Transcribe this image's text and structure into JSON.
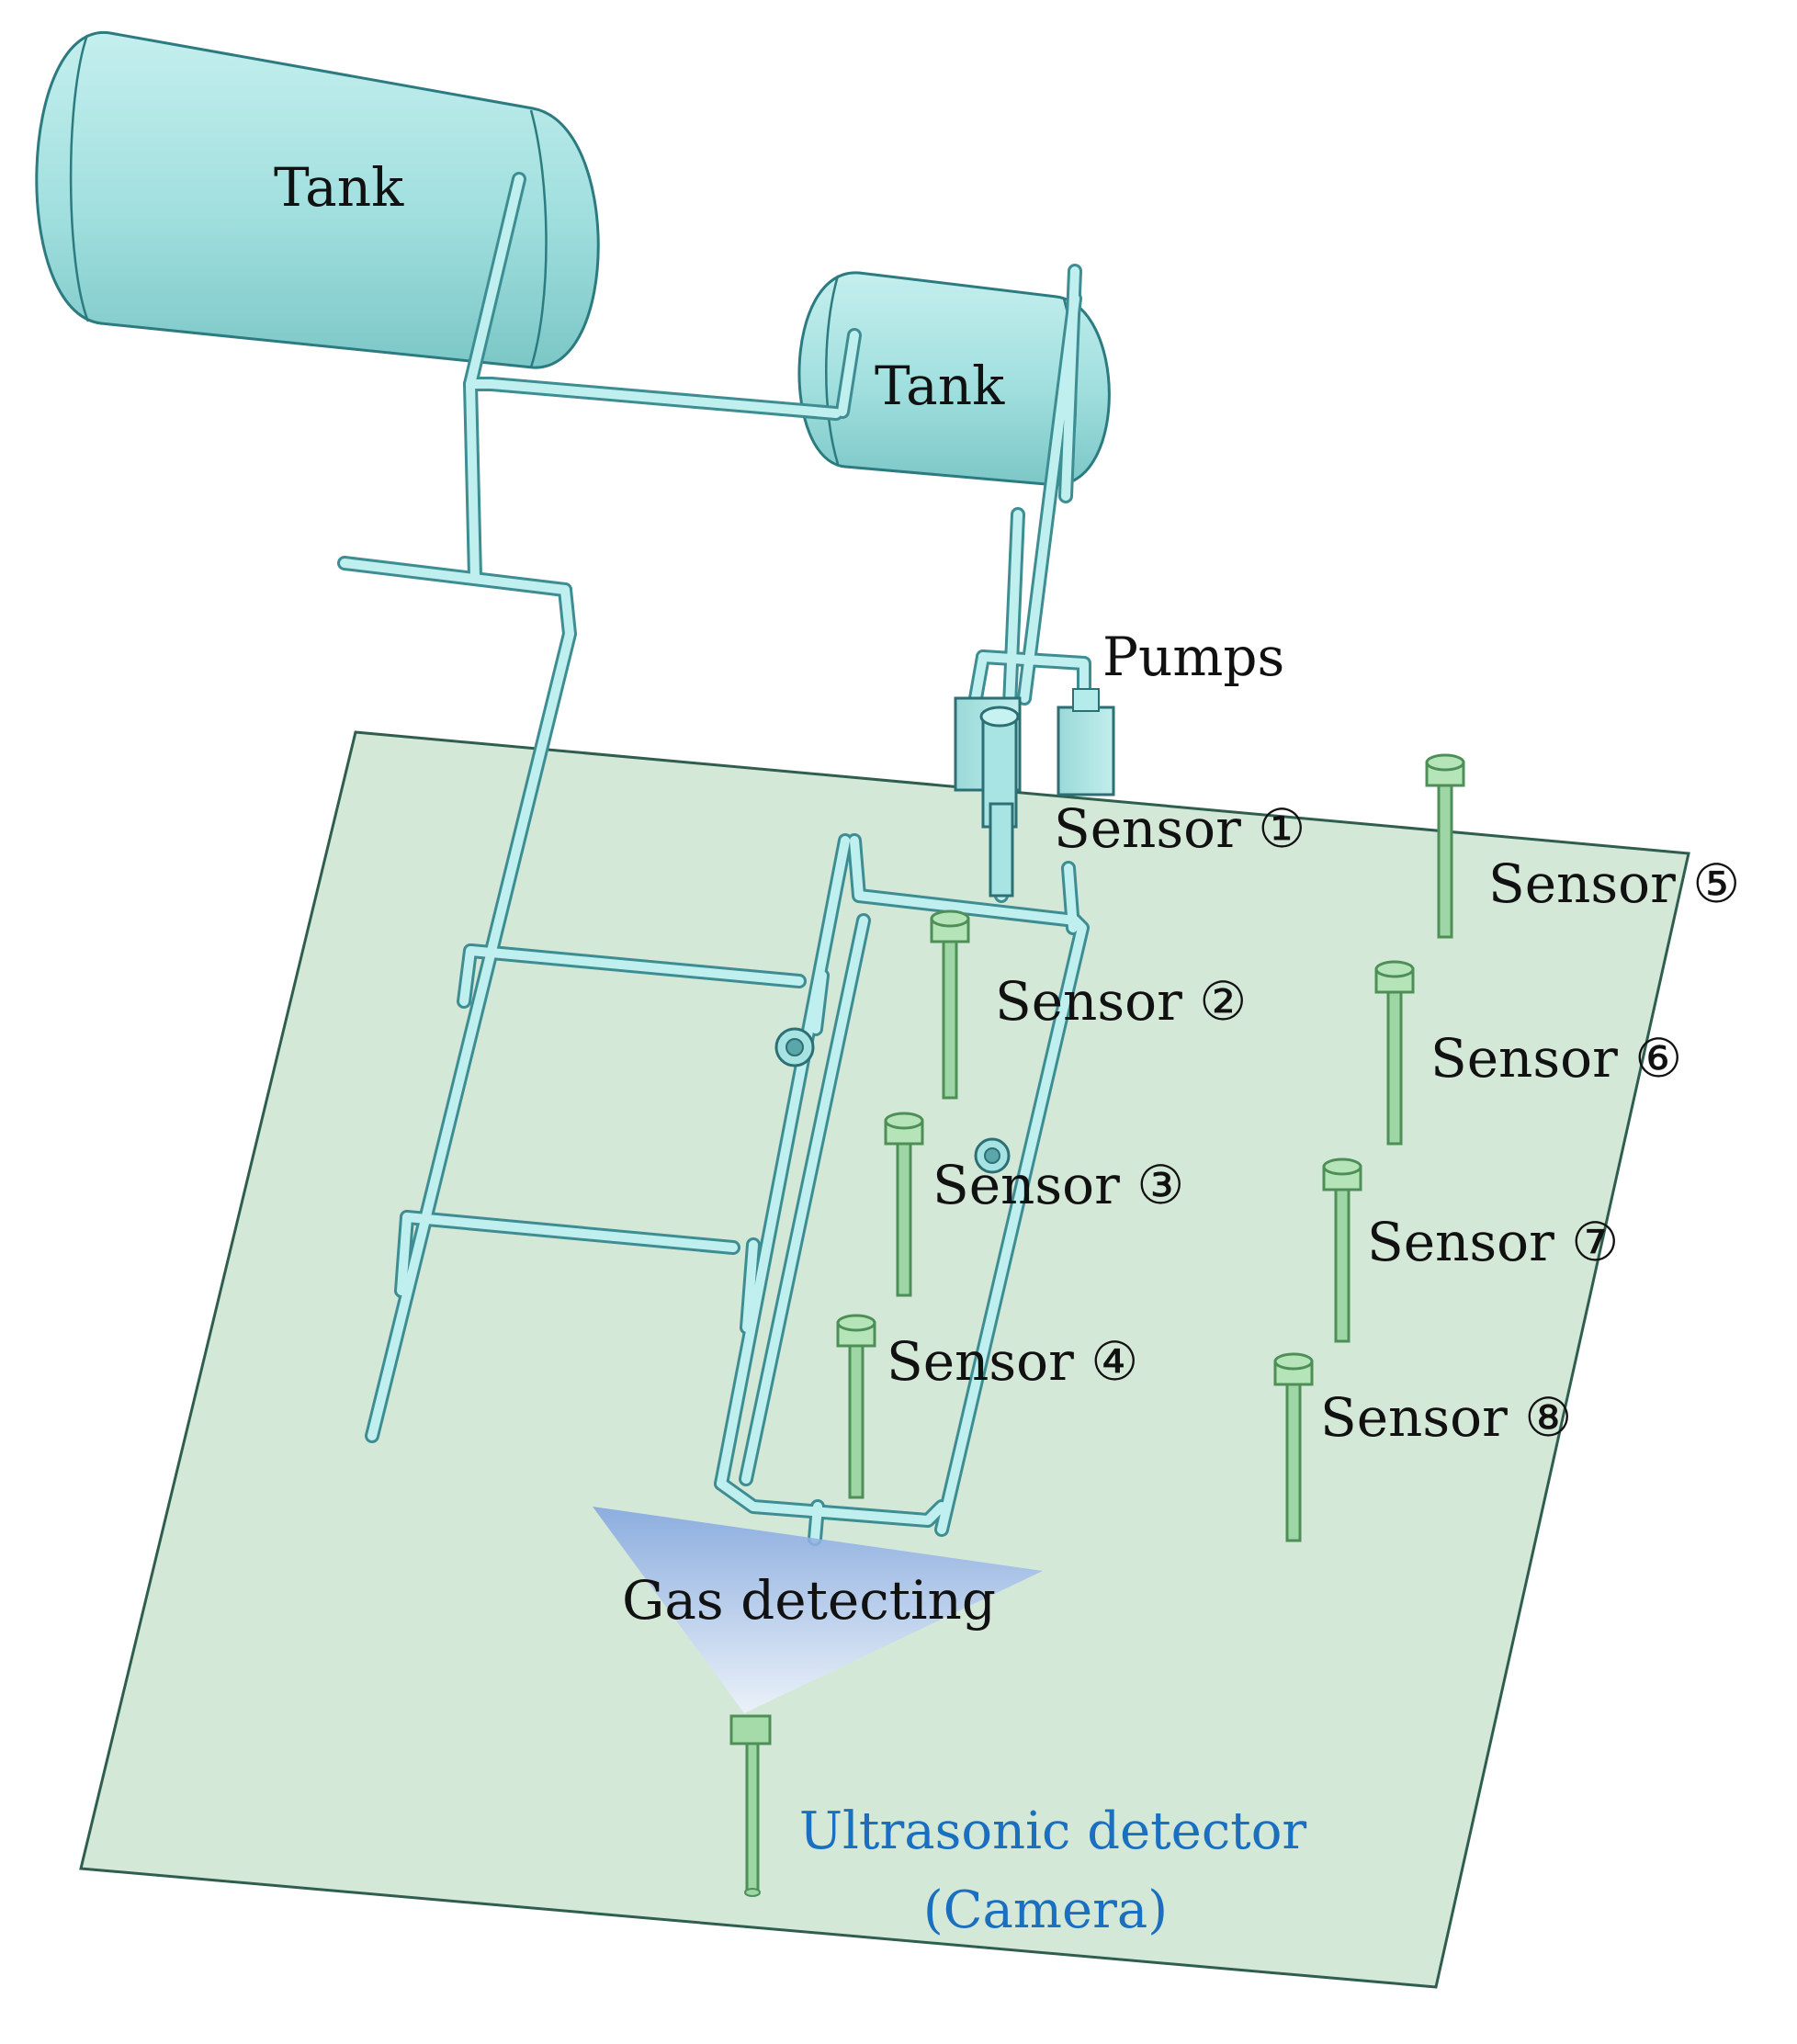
{
  "labels": {
    "tank_large": "Tank",
    "tank_small": "Tank",
    "pumps": "Pumps",
    "gas_detecting": "Gas detecting",
    "ultrasonic_line1": "Ultrasonic detector",
    "ultrasonic_line2": "(Camera)"
  },
  "sensors": [
    {
      "id": "sensor-1",
      "label": "Sensor ①"
    },
    {
      "id": "sensor-2",
      "label": "Sensor ②"
    },
    {
      "id": "sensor-3",
      "label": "Sensor ③"
    },
    {
      "id": "sensor-4",
      "label": "Sensor ④"
    },
    {
      "id": "sensor-5",
      "label": "Sensor ⑤"
    },
    {
      "id": "sensor-6",
      "label": "Sensor ⑥"
    },
    {
      "id": "sensor-7",
      "label": "Sensor ⑦"
    },
    {
      "id": "sensor-8",
      "label": "Sensor ⑧"
    }
  ],
  "colors": {
    "floor": "#d4e8d8",
    "tank": "#a3e0df",
    "pipe": "#bff0ef",
    "sensor": "#9fd6a6",
    "detector_label": "#1a6fc0"
  }
}
